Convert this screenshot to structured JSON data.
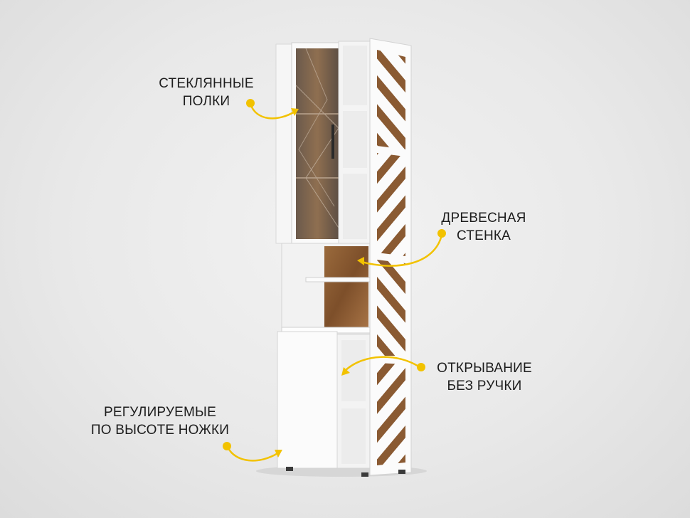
{
  "annotations": {
    "glass_shelves": [
      "СТЕКЛЯННЫЕ",
      "ПОЛКИ"
    ],
    "wood_wall": [
      "ДРЕВЕСНАЯ",
      "СТЕНКА"
    ],
    "handleless": [
      "ОТКРЫВАНИЕ",
      "БЕЗ РУЧКИ"
    ],
    "adjustable_legs": [
      "РЕГУЛИРУЕМЫЕ",
      "ПО ВЫСОТЕ НОЖКИ"
    ]
  },
  "colors": {
    "accent": "#f2c200",
    "cabinet_white": "#f7f7f7",
    "wood": "#8a5a32",
    "glass": "#7a6a5c",
    "background": "#e9e9e9"
  }
}
